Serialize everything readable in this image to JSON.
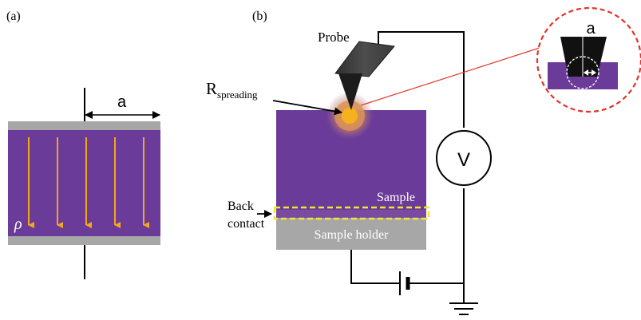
{
  "panel_a": {
    "label": "(a)",
    "width_label": "a",
    "resistivity_symbol": "ρ"
  },
  "panel_b": {
    "label": "(b)",
    "probe_label": "Probe",
    "spreading_main": "R",
    "spreading_sub": "spreading",
    "sample_label": "Sample",
    "back_contact_line1": "Back",
    "back_contact_line2": "contact",
    "holder_label": "Sample holder",
    "voltmeter_label": "V",
    "inset_label": "a"
  },
  "colors": {
    "sample_purple": "#6a3b98",
    "electrode_gray": "#a7a7a7",
    "current_arrow": "#f2a71c",
    "spot_core": "#f5b21e",
    "inset_circle": "#e0342b",
    "back_contact_dash": "#f0e531",
    "probe_body": "#4a4a4a"
  }
}
